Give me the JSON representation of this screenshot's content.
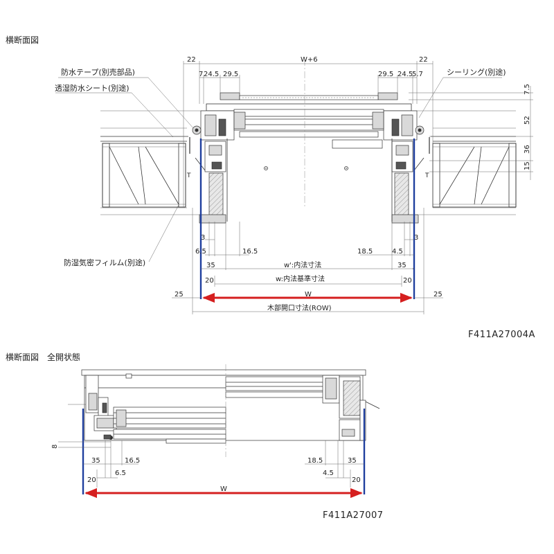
{
  "top": {
    "title": "横断面図",
    "code": "F411A27004A",
    "callouts": {
      "waterproof_tape": "防水テープ(別売部品)",
      "breathable_sheet": "透湿防水シート(別途)",
      "sealing": "シーリング(別途)",
      "vapor_film": "防湿気密フィルム(別途)"
    },
    "dims": {
      "left_22": "22",
      "w_plus_6": "W+6",
      "right_22": "22",
      "l_7": "7",
      "l_24_5": "24.5",
      "l_29_5": "29.5",
      "r_29_5": "29.5",
      "r_24_5": "24.5",
      "r_5_7": "5.7",
      "v_7_5": "7.5",
      "v_52": "52",
      "v_36": "36",
      "v_15": "15",
      "l_3": "3",
      "l_6_5": "6.5",
      "l_16_5": "16.5",
      "r_3": "3",
      "r_18_5": "18.5",
      "r_4_5": "4.5",
      "l_35": "35",
      "inner_clear": "w':内法寸法",
      "r_35": "35",
      "l_20": "20",
      "inner_std": "w:内法基準寸法",
      "r_20": "20",
      "l_25": "25",
      "w": "W",
      "r_25": "25",
      "row": "木部開口寸法(ROW)",
      "t_left": "T",
      "t_right": "T"
    }
  },
  "bottom": {
    "title": "横断面図　全開状態",
    "code": "F411A27007",
    "dims": {
      "v_8": "8",
      "l_35": "35",
      "l_16_5": "16.5",
      "l_6_5": "6.5",
      "r_18_5": "18.5",
      "r_35": "35",
      "r_4_5": "4.5",
      "l_20": "20",
      "r_20": "20",
      "w": "W"
    }
  },
  "colors": {
    "frame_line": "#1f3f9e",
    "width_arrow": "#d51f1f"
  }
}
